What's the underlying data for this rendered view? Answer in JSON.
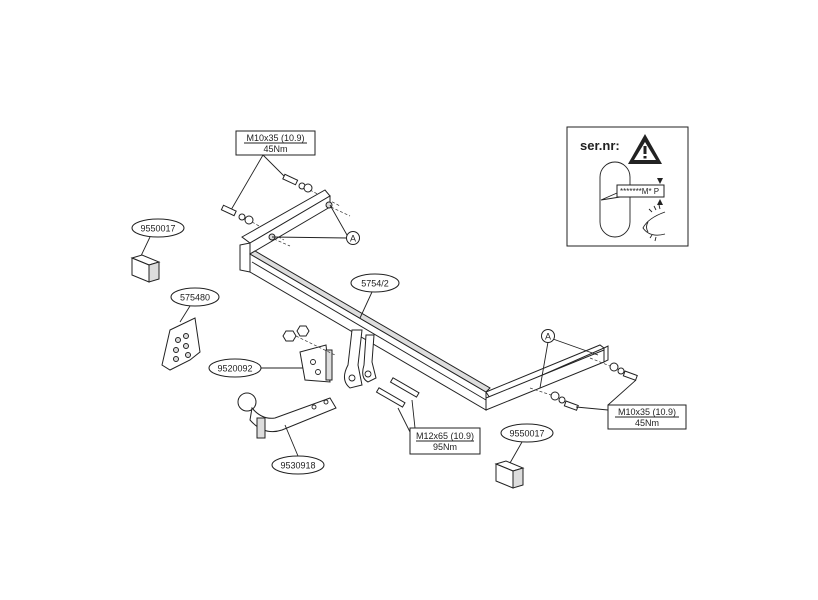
{
  "title_block": {
    "serial_label": "ser.nr:",
    "serial_code": "*******M* P"
  },
  "bolt_spec_top": {
    "bolt": "M10x35 (10.9)",
    "torque": "45Nm"
  },
  "bolt_spec_right": {
    "bolt": "M10x35 (10.9)",
    "torque": "45Nm"
  },
  "bolt_spec_bottom": {
    "bolt": "M12x65 (10.9)",
    "torque": "95Nm"
  },
  "parts": {
    "cover_left": "9550017",
    "cover_right": "9550017",
    "socket_plate": "575480",
    "crossbar": "5754/2",
    "socket_bracket": "9520092",
    "towball": "9530918"
  },
  "reference": {
    "point_a_left": "A",
    "point_a_right": "A"
  }
}
